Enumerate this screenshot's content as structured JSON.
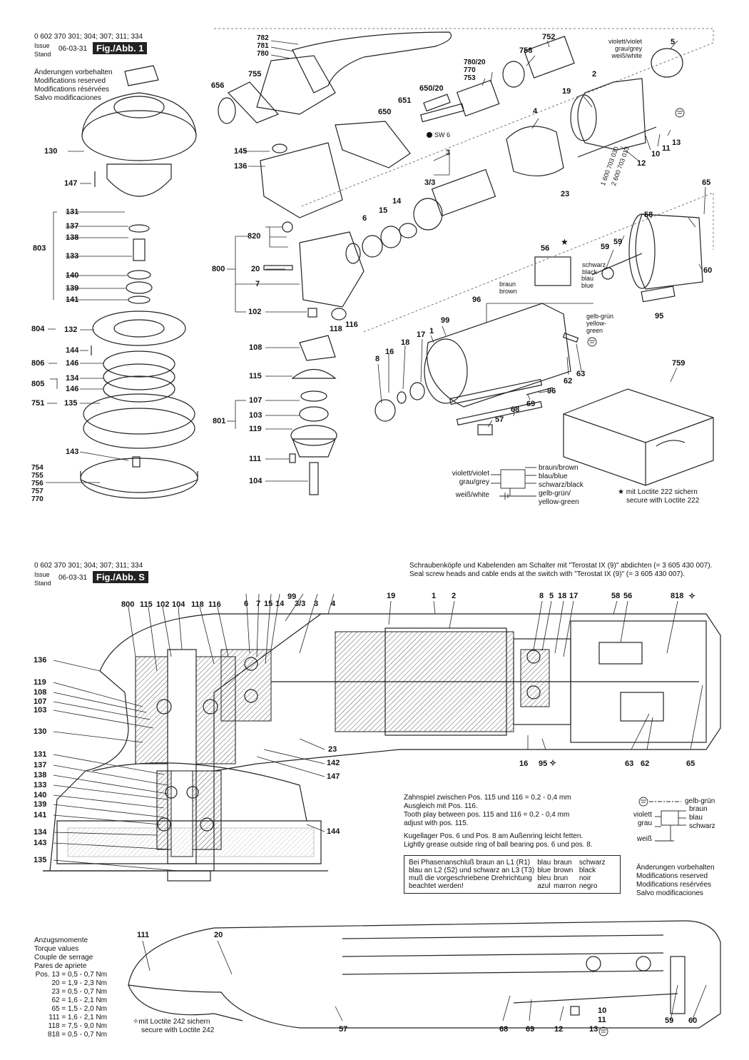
{
  "sheet1": {
    "part_number": "0 602 370 301; 304; 307; 311; 334",
    "issue_label_1": "Issue",
    "issue_label_2": "Stand",
    "issue_date": "06-03-31",
    "figure": "Fig./Abb. 1",
    "modifications": [
      "Änderungen vorbehalten",
      "Modifications reserved",
      "Modifications résérvées",
      "Salvo modificaciones"
    ],
    "callouts_left": [
      "130",
      "147",
      "131",
      "137",
      "138",
      "803",
      "133",
      "140",
      "139",
      "141",
      "804",
      "132",
      "144",
      "806",
      "146",
      "805",
      "134",
      "146",
      "751",
      "135",
      "143",
      "754",
      "755",
      "756",
      "757",
      "770"
    ],
    "callouts_mid": [
      "782",
      "781",
      "780",
      "755",
      "656",
      "651",
      "650/20",
      "650",
      "145",
      "136",
      "820",
      "800",
      "20",
      "7",
      "102",
      "118",
      "116",
      "108",
      "115",
      "107",
      "801",
      "103",
      "119",
      "111",
      "104"
    ],
    "callouts_right": [
      "752",
      "758",
      "780/20",
      "770",
      "753",
      "5",
      "2",
      "19",
      "4",
      "3",
      "3/3",
      "14",
      "15",
      "6",
      "10",
      "11",
      "13",
      "12",
      "23",
      "65",
      "58",
      "59",
      "59",
      "60",
      "56",
      "95",
      "96",
      "99",
      "1",
      "17",
      "18",
      "16",
      "8",
      "62",
      "63",
      "96",
      "68",
      "69",
      "57",
      "759"
    ],
    "model_codes": [
      "1 600 703 030",
      "2 600 703 013"
    ],
    "wire_labels": {
      "violet_grey_white": [
        "violett/violet",
        "grau/grey",
        "weiß/white"
      ],
      "black": "schwarz black",
      "brown": "braun brown",
      "blue": "blau blue",
      "yellow_green": "gelb-grün yellow-green",
      "sw6": "SW 6"
    },
    "wiring_legend": {
      "left": [
        "violett/violet",
        "grau/grey",
        "weiß/white"
      ],
      "right": [
        "braun/brown",
        "blau/blue",
        "schwarz/black",
        "gelb-grün/",
        "yellow-green"
      ]
    },
    "loctite_note": [
      "mit Loctite 222 sichern",
      "secure with Loctite 222"
    ]
  },
  "sheet2": {
    "part_number": "0 602 370 301; 304; 307; 311; 334",
    "issue_label_1": "Issue",
    "issue_label_2": "Stand",
    "issue_date": "06-03-31",
    "figure": "Fig./Abb. S",
    "seal_note": [
      "Schraubenköpfe und Kabelenden am Schalter mit \"Terostat IX (9)\" abdichten (= 3 605 430 007).",
      "Seal screw heads and cable ends at the switch with \"Terostat IX (9)\" (= 3 605 430 007)."
    ],
    "top_callouts": [
      "99",
      "6",
      "7",
      "15",
      "14",
      "3/3",
      "3",
      "4",
      "800",
      "115",
      "102",
      "104",
      "118",
      "116",
      "19",
      "1",
      "2",
      "8",
      "5",
      "18",
      "17",
      "58",
      "56",
      "818"
    ],
    "left_callouts": [
      "136",
      "119",
      "108",
      "107",
      "103",
      "130",
      "131",
      "137",
      "138",
      "133",
      "140",
      "139",
      "141",
      "134",
      "143",
      "135"
    ],
    "bottom_callouts": [
      "23",
      "142",
      "147",
      "144",
      "16",
      "95",
      "63",
      "62",
      "65"
    ],
    "tooth_play": [
      "Zahnspiel zwischen Pos. 115 und 116 = 0,2 - 0,4 mm",
      "Ausgleich mit Pos. 116.",
      "Tooth play between pos. 115 and 116 = 0,2 - 0,4 mm",
      "adjust with pos. 115."
    ],
    "bearing_note": [
      "Kugellager Pos. 6 und Pos. 8 am Außenring leicht fetten.",
      "Lightly grease outside ring of ball bearing pos. 6 und pos. 8."
    ],
    "phase_box": {
      "text": [
        "Bei Phasenanschluß braun an L1 (R1)",
        "blau an L2 (S2) und schwarz an L3 (T3)",
        "muß die vorgeschriebene Drehrichtung",
        "beachtet werden!"
      ],
      "colors": [
        [
          "blau",
          "braun",
          "schwarz"
        ],
        [
          "blue",
          "brown",
          "black"
        ],
        [
          "bleu",
          "brun",
          "noir"
        ],
        [
          "azul",
          "marron",
          "negro"
        ]
      ]
    },
    "wire_legend": {
      "ground": "gelb-grün",
      "left": [
        "violett",
        "grau",
        "weiß"
      ],
      "right": [
        "braun",
        "blau",
        "schwarz"
      ]
    },
    "modifications": [
      "Änderungen vorbehalten",
      "Modifications reserved",
      "Modifications resérvées",
      "Salvo modificaciones"
    ],
    "torque_title": [
      "Anzugsmomente",
      "Torque values",
      "Couple de serrage",
      "Pares de apriete"
    ],
    "torque_values": [
      "Pos. 13 = 0,5 - 0,7 Nm",
      "20 = 1,9 - 2,3 Nm",
      "23 = 0,5 - 0,7 Nm",
      "62 = 1,6 - 2,1 Nm",
      "65 = 1,5 - 2,0 Nm",
      "111 = 1,6 - 2,1 Nm",
      "118 = 7,5 - 9,0 Nm",
      "818 = 0,5 - 0,7 Nm"
    ],
    "loctite_note": [
      "mit Loctite 242 sichern",
      "secure with Loctite 242"
    ],
    "lower_callouts": [
      "111",
      "20",
      "57",
      "68",
      "69",
      "12",
      "10",
      "11",
      "13",
      "59",
      "60"
    ]
  }
}
